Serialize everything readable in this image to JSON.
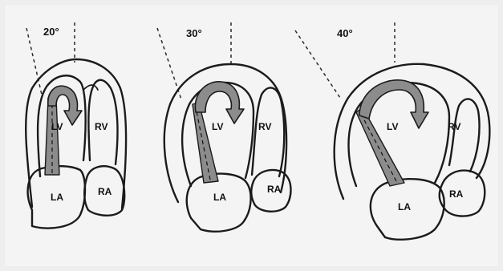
{
  "views": [
    {
      "angle": "20°",
      "lv": "LV",
      "rv": "RV",
      "la": "LA",
      "ra": "RA"
    },
    {
      "angle": "30°",
      "lv": "LV",
      "rv": "RV",
      "la": "LA",
      "ra": "RA"
    },
    {
      "angle": "40°",
      "lv": "LV",
      "rv": "RV",
      "la": "LA",
      "ra": "RA"
    }
  ]
}
